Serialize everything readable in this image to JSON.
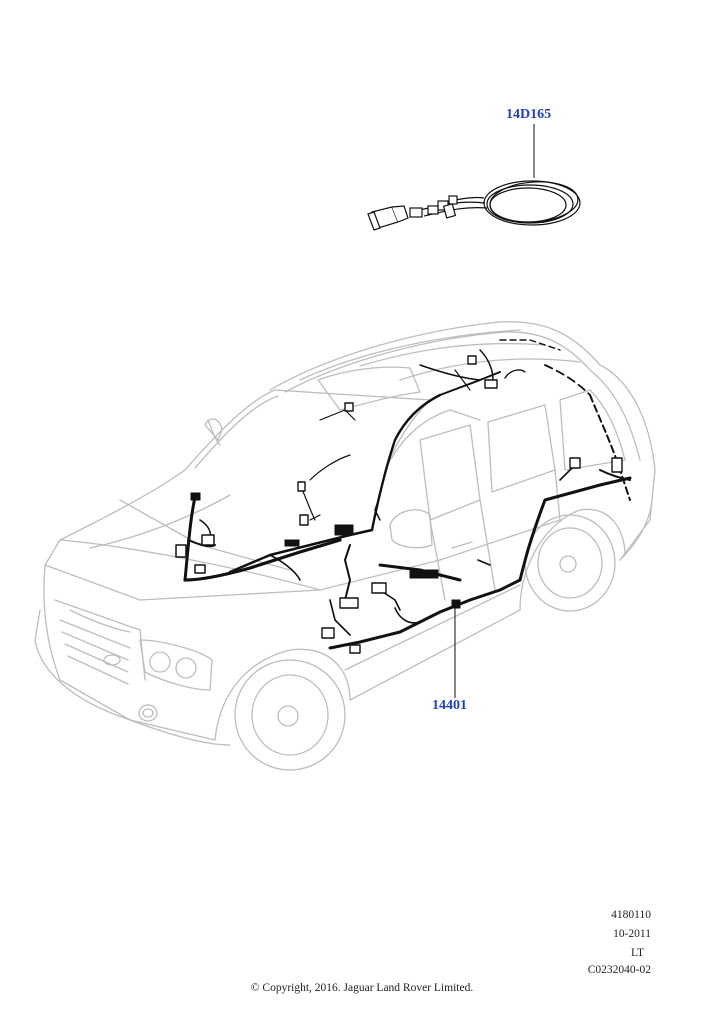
{
  "parts": [
    {
      "id": "14D165"
    },
    {
      "id": "14401"
    }
  ],
  "reference": {
    "illustration_number": "4180110",
    "date": "10-2011",
    "variant": "LT",
    "catalogue_code": "C0232040-02"
  },
  "copyright": "© Copyright, 2016. Jaguar Land Rover Limited.",
  "colors": {
    "label": "#1f3fbf",
    "vehicle_outline": "#bdbdbd",
    "harness": "#111111"
  }
}
